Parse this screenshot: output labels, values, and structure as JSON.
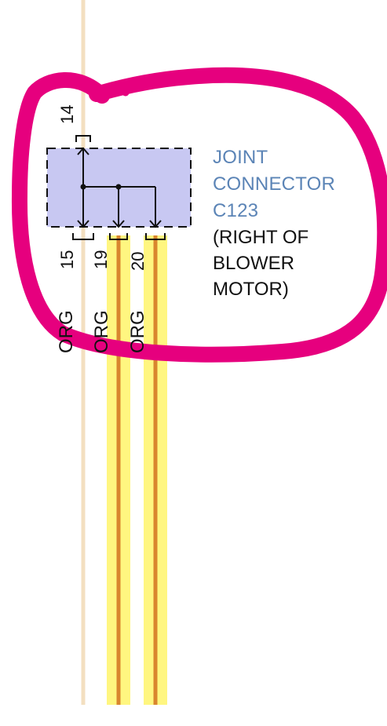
{
  "connector": {
    "title_lines": [
      "JOINT",
      "CONNECTOR",
      "C123"
    ],
    "location_lines": [
      "(RIGHT OF",
      "BLOWER",
      "MOTOR)"
    ]
  },
  "pins": {
    "top": "14",
    "bottom": [
      "15",
      "19",
      "20"
    ]
  },
  "wire_colors": [
    "ORG",
    "ORG",
    "ORG"
  ],
  "colors": {
    "connector_fill": "#c8c8f2",
    "title_text": "#5b84b6",
    "annotation_circle": "#e6007e",
    "highlight": "#fff680",
    "wire_core": "#d9862e",
    "thin_wire": "#f3dfc0"
  }
}
